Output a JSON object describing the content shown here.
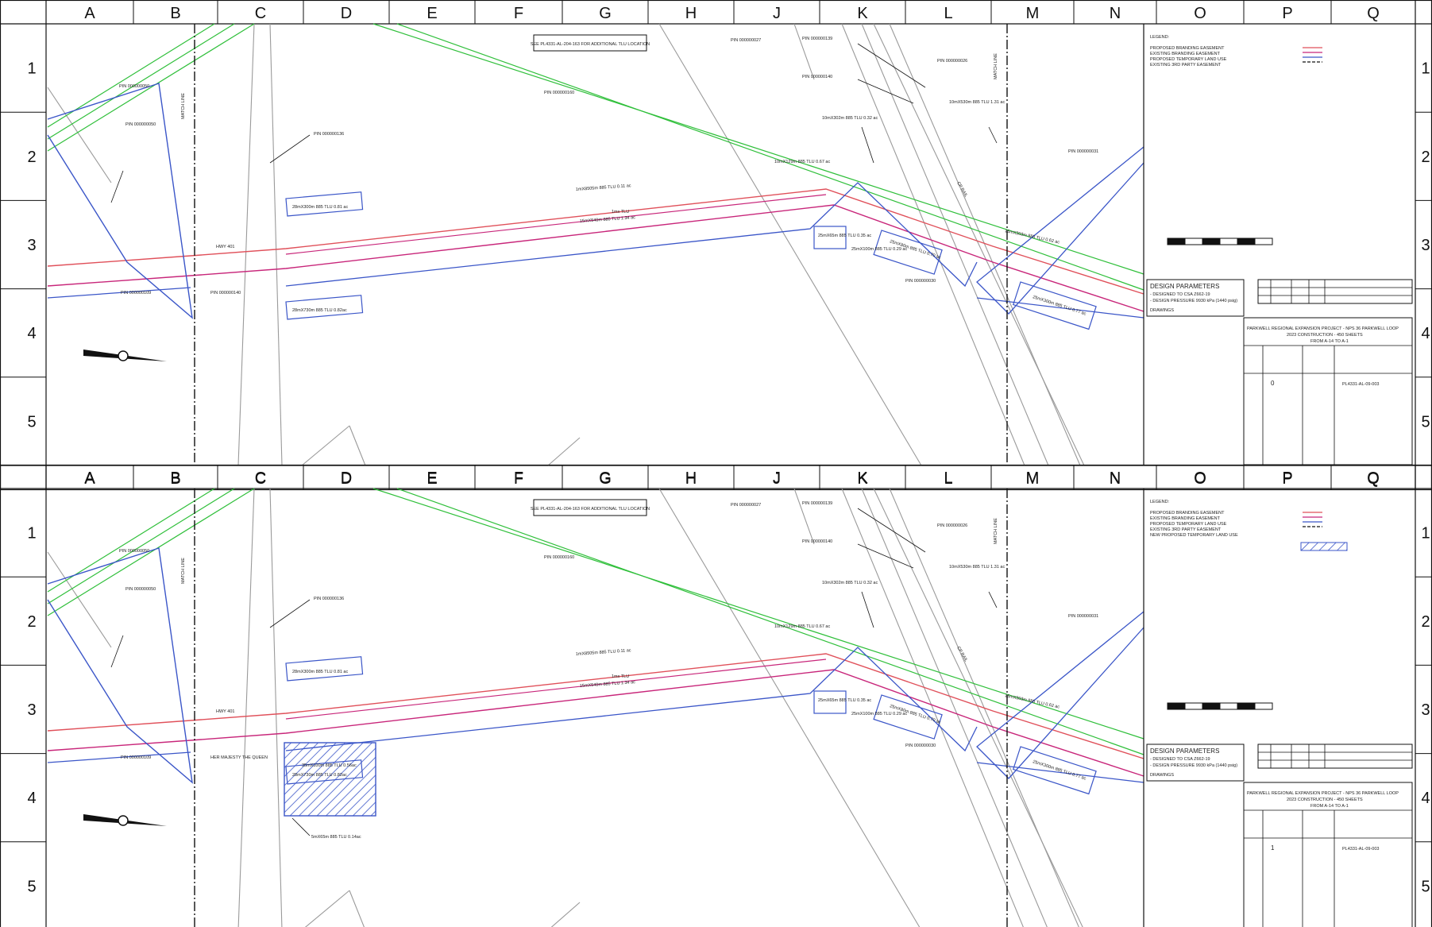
{
  "columns": [
    "A",
    "B",
    "C",
    "D",
    "E",
    "F",
    "G",
    "H",
    "J",
    "K",
    "L",
    "M",
    "N",
    "O",
    "P",
    "Q"
  ],
  "rows": [
    "1",
    "2",
    "3",
    "4",
    "5"
  ],
  "colors": {
    "proposed_easement": "#e0505a",
    "existing_easement": "#c8267a",
    "temp_workspace": "#3b56c8",
    "third_party": "#2fbf3a",
    "lease": "#9a9a9a",
    "frame": "#111111"
  },
  "panels": [
    {
      "legend": {
        "title": "LEGEND:",
        "items": [
          "PROPOSED BRANDING EASEMENT",
          "EXISTING BRANDING EASEMENT",
          "PROPOSED TEMPORARY LAND USE",
          "EXISTING 3RD PARTY EASEMENT"
        ]
      },
      "note": "SEE PL4331-AL-204-163 FOR ADDITIONAL TLU LOCATION",
      "pins": {
        "top_mid": "PIN 000000027",
        "top_right_1": "PIN 000000139",
        "top_right_2": "PIN 000000026",
        "right_1": "PIN 000000140",
        "left_1": "PIN 000000050",
        "left_2": "PIN 000000050",
        "mid": "PIN 000000160",
        "road": "PIN 000000136",
        "row4_left": "PIN 000000109",
        "row4_c": "PIN 000000140",
        "row4_right": "PIN 000000030",
        "right_mid": "PIN 000000031",
        "hwy": "HWY 401"
      },
      "tlus": {
        "t1": "28mX300m 885 TLU 0.81 ac",
        "t2": "28mX730m 885 TLU 0.82ac",
        "t3": "1mX8505m 885 TLU 0.11 ac",
        "t4": "1mx TLU",
        "t5": "15mX540m 885 TLU 1.34 ac",
        "t6": "10mX302m 885 TLU 0.32 ac",
        "t7": "10mX129m 885 TLU 0.67 ac",
        "t8": "25mX65m 885 TLU 0.35 ac",
        "t9": "25mX100m 885 TLU 0.29 ac",
        "t10": "25mX80m 885 TLU 0.70 ac",
        "t11": "10mX530m 885 TLU 1.31 ac",
        "t12": "15mX303m 885 TLU 0.62 ac",
        "t13": "25mX300m 885 TLU 0.77 ac",
        "cp": "CP RAIL",
        "match": "MATCH LINE"
      },
      "design": {
        "title": "DESIGN PARAMETERS",
        "l1": "- DESIGNED TO CSA Z662-19",
        "l2": "- DESIGN PRESSURE 9930 kPa (1440 psig)",
        "l3": "DRAWINGS"
      },
      "titleblock": {
        "project": "PARKWELL REGIONAL EXPANSION PROJECT - NPS 36 PARKWELL LOOP",
        "sub": "2023 CONSTRUCTION - 450 SHEETS",
        "range": "FROM A-14 TO A-1",
        "drawing_no": "PL4331-AL-09-003",
        "rev": "0"
      },
      "extra": null
    },
    {
      "legend": {
        "title": "LEGEND:",
        "items": [
          "PROPOSED BRANDING EASEMENT",
          "EXISTING BRANDING EASEMENT",
          "PROPOSED TEMPORARY LAND USE",
          "EXISTING 3RD PARTY EASEMENT",
          "NEW PROPOSED TEMPORARY LAND USE"
        ]
      },
      "note": "SEE PL4331-AL-204-163 FOR ADDITIONAL TLU LOCATION",
      "pins": {
        "top_mid": "PIN 000000027",
        "top_right_1": "PIN 000000139",
        "top_right_2": "PIN 000000026",
        "right_1": "PIN 000000140",
        "left_1": "PIN 000000050",
        "left_2": "PIN 000000050",
        "mid": "PIN 000000160",
        "road": "PIN 000000136",
        "row4_left": "PIN 000000109",
        "row4_c": "HER MAJESTY THE QUEEN",
        "row4_right": "PIN 000000030",
        "right_mid": "PIN 000000031",
        "hwy": "HWY 401"
      },
      "tlus": {
        "t1": "28mX300m 885 TLU 0.81 ac",
        "t2": "28mX730m 885 TLU 0.82ac",
        "t3": "1mX8505m 885 TLU 0.11 ac",
        "t4": "1mx TLU",
        "t5": "15mX540m 885 TLU 1.34 ac",
        "t6": "10mX302m 885 TLU 0.32 ac",
        "t7": "10mX129m 885 TLU 0.67 ac",
        "t8": "25mX65m 885 TLU 0.35 ac",
        "t9": "25mX100m 885 TLU 0.29 ac",
        "t10": "25mX80m 885 TLU 0.70 ac",
        "t11": "10mX530m 885 TLU 1.31 ac",
        "t12": "15mX303m 885 TLU 0.62 ac",
        "t13": "25mX300m 885 TLU 0.77 ac",
        "cp": "CP RAIL",
        "match": "MATCH LINE"
      },
      "design": {
        "title": "DESIGN PARAMETERS",
        "l1": "- DESIGNED TO CSA Z662-19",
        "l2": "- DESIGN PRESSURE 9930 kPa (1440 psig)",
        "l3": "DRAWINGS"
      },
      "titleblock": {
        "project": "PARKWELL REGIONAL EXPANSION PROJECT - NPS 36 PARKWELL LOOP",
        "sub": "2023 CONSTRUCTION - 450 SHEETS",
        "range": "FROM A-14 TO A-1",
        "drawing_no": "PL4331-AL-09-003",
        "rev": "1"
      },
      "extra": {
        "hatch": "35mX100m 885 TLU 0.56ac",
        "bottom": "5mX65m 885 TLU 0.14ac"
      }
    }
  ]
}
